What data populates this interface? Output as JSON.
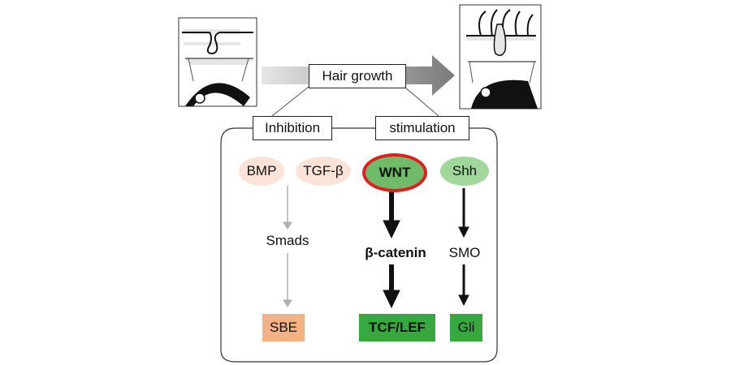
{
  "top": {
    "label": "Hair growth"
  },
  "branches": {
    "inhibition": "Inhibition",
    "stimulation": "stimulation"
  },
  "inhibition": {
    "ligand1": "BMP",
    "ligand2": "TGF-β",
    "mediator": "Smads",
    "target": "SBE"
  },
  "wnt_pathway": {
    "ligand": "WNT",
    "mediator": "β-catenin",
    "target": "TCF/LEF"
  },
  "shh_pathway": {
    "ligand": "Shh",
    "mediator": "SMO",
    "target": "Gli"
  },
  "colors": {
    "inhibition_ligand": "#fbe3d8",
    "inhibition_target": "#f4b184",
    "wnt_ligand": "#6fbb6a",
    "wnt_highlight_ring": "#e02020",
    "shh_ligand": "#9fd89a",
    "stimulation_target": "#36a83e",
    "progress_arrow": "#9a9a9a"
  }
}
